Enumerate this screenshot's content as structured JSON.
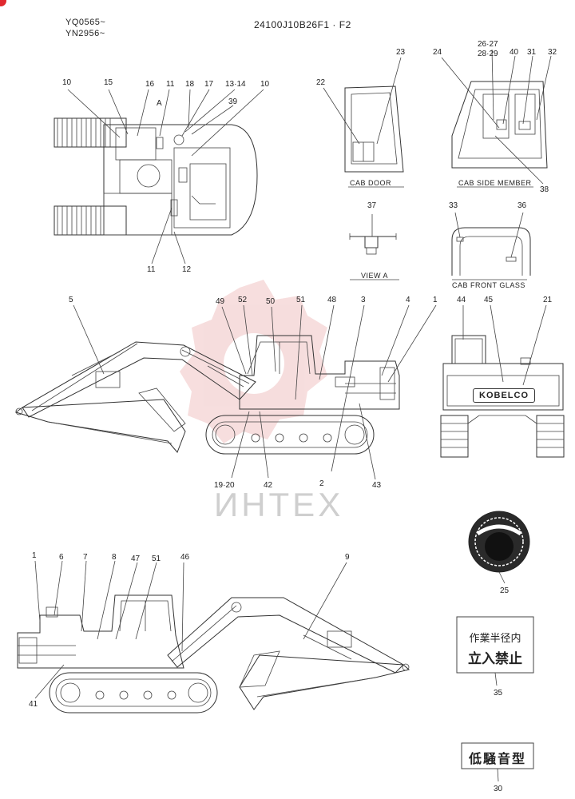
{
  "header": {
    "serial_1": "YQ0565~",
    "serial_2": "YN2956~",
    "part_number": "24100J10B26F1 · F2"
  },
  "captions": {
    "cab_door": "CAB DOOR",
    "cab_side_member": "CAB SIDE MEMBER",
    "view_a": "VIEW A",
    "cab_front_glass": "CAB FRONT GLASS",
    "view_a_marker": "A"
  },
  "callouts": {
    "top_view": [
      "10",
      "15",
      "16",
      "11",
      "18",
      "17",
      "13·14",
      "10",
      "39",
      "11",
      "12"
    ],
    "cab_door": [
      "22",
      "23"
    ],
    "cab_side": [
      "24",
      "26·27",
      "28·29",
      "40",
      "31",
      "32",
      "38"
    ],
    "view_a": [
      "37"
    ],
    "cab_front": [
      "33",
      "36"
    ],
    "side_view_right": [
      "5",
      "49",
      "52",
      "50",
      "51",
      "48",
      "3",
      "4",
      "1",
      "19·20",
      "42",
      "2",
      "43"
    ],
    "rear_view": [
      "44",
      "45",
      "21"
    ],
    "side_view_left": [
      "1",
      "6",
      "7",
      "8",
      "47",
      "51",
      "46",
      "9",
      "41"
    ],
    "decals": [
      "25",
      "35",
      "30"
    ]
  },
  "rear_brand": "KOBELCO",
  "decal_35": {
    "line1": "作業半径内",
    "line2": "立入禁止"
  },
  "decal_30": "低騒音型",
  "watermark": "ИНТЕХ",
  "colors": {
    "line": "#333333",
    "watermark_red": "#e8a0a0",
    "watermark_gray": "#cfcfcf",
    "corner_badge": "#e0292f"
  }
}
